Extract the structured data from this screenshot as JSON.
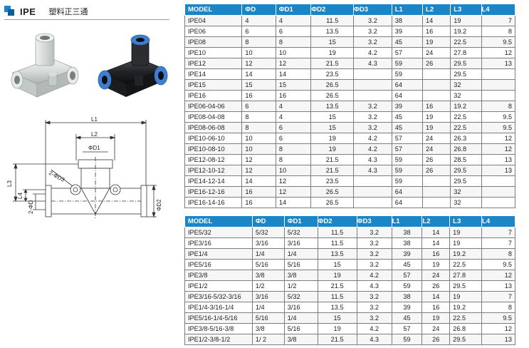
{
  "header": {
    "code": "IPE",
    "name": "塑料正三通"
  },
  "colors": {
    "table_header": "#1a86c8",
    "fitting_blue": "#3f7fd0"
  },
  "drawing_labels": {
    "L1": "L1",
    "L2": "L2",
    "L3": "L3",
    "L4": "L4",
    "D1": "ΦD1",
    "D2": "ΦD2",
    "D3": "2-ΦD3",
    "D": "2-ΦD"
  },
  "table1": {
    "headers": [
      "MODEL",
      "ΦD",
      "ΦD1",
      "ΦD2",
      "ΦD3",
      "L1",
      "L2",
      "L3",
      "L4"
    ],
    "rows": [
      [
        "IPE04",
        "4",
        "4",
        "11.5",
        "3.2",
        "38",
        "14",
        "19",
        "7"
      ],
      [
        "IPE06",
        "6",
        "6",
        "13.5",
        "3.2",
        "39",
        "16",
        "19.2",
        "8"
      ],
      [
        "IPE08",
        "8",
        "8",
        "15",
        "3.2",
        "45",
        "19",
        "22.5",
        "9.5"
      ],
      [
        "IPE10",
        "10",
        "10",
        "19",
        "4.2",
        "57",
        "24",
        "27.8",
        "12"
      ],
      [
        "IPE12",
        "12",
        "12",
        "21.5",
        "4.3",
        "59",
        "26",
        "29.5",
        "13"
      ],
      [
        "IPE14",
        "14",
        "14",
        "23.5",
        "",
        "59",
        "",
        "29.5",
        ""
      ],
      [
        "IPE15",
        "15",
        "15",
        "26.5",
        "",
        "64",
        "",
        "32",
        ""
      ],
      [
        "IPE16",
        "16",
        "16",
        "26.5",
        "",
        "64",
        "",
        "32",
        ""
      ],
      [
        "IPE06-04-06",
        "6",
        "4",
        "13.5",
        "3.2",
        "39",
        "16",
        "19.2",
        "8"
      ],
      [
        "IPE08-04-08",
        "8",
        "4",
        "15",
        "3.2",
        "45",
        "19",
        "22.5",
        "9.5"
      ],
      [
        "IPE08-06-08",
        "8",
        "6",
        "15",
        "3.2",
        "45",
        "19",
        "22.5",
        "9.5"
      ],
      [
        "IPE10-06-10",
        "10",
        "6",
        "19",
        "4.2",
        "57",
        "24",
        "26.3",
        "12"
      ],
      [
        "IPE10-08-10",
        "10",
        "8",
        "19",
        "4.2",
        "57",
        "24",
        "26.8",
        "12"
      ],
      [
        "IPE12-08-12",
        "12",
        "8",
        "21.5",
        "4.3",
        "59",
        "26",
        "28.5",
        "13"
      ],
      [
        "IPE12-10-12",
        "12",
        "10",
        "21.5",
        "4.3",
        "59",
        "26",
        "29.5",
        "13"
      ],
      [
        "IPE14-12-14",
        "14",
        "12",
        "23.5",
        "",
        "59",
        "",
        "29.5",
        ""
      ],
      [
        "IPE16-12-16",
        "16",
        "12",
        "26.5",
        "",
        "64",
        "",
        "32",
        ""
      ],
      [
        "IPE16-14-16",
        "16",
        "14",
        "26.5",
        "",
        "64",
        "",
        "32",
        ""
      ]
    ]
  },
  "table2": {
    "headers": [
      "MODEL",
      "ΦD",
      "ΦD1",
      "ΦD2",
      "ΦD3",
      "L1",
      "L2",
      "L3",
      "L4"
    ],
    "rows": [
      [
        "IPE5/32",
        "5/32",
        "5/32",
        "11.5",
        "3.2",
        "38",
        "14",
        "19",
        "7"
      ],
      [
        "IPE3/16",
        "3/16",
        "3/16",
        "11.5",
        "3.2",
        "38",
        "14",
        "19",
        "7"
      ],
      [
        "IPE1/4",
        "1/4",
        "1/4",
        "13.5",
        "3.2",
        "39",
        "16",
        "19.2",
        "8"
      ],
      [
        "IPE5/16",
        "5/16",
        "5/16",
        "15",
        "3.2",
        "45",
        "19",
        "22.5",
        "9.5"
      ],
      [
        "IPE3/8",
        "3/8",
        "3/8",
        "19",
        "4.2",
        "57",
        "24",
        "27.8",
        "12"
      ],
      [
        "IPE1/2",
        "1/2",
        "1/2",
        "21.5",
        "4.3",
        "59",
        "26",
        "29.5",
        "13"
      ],
      [
        "IPE3/16-5/32-3/16",
        "3/16",
        "5/32",
        "11.5",
        "3.2",
        "38",
        "14",
        "19",
        "7"
      ],
      [
        "IPE1/4-3/16-1/4",
        "1/4",
        "3/16",
        "13.5",
        "3.2",
        "39",
        "16",
        "19.2",
        "8"
      ],
      [
        "IPE5/16-1/4-5/16",
        "5/16",
        "1/4",
        "15",
        "3.2",
        "45",
        "19",
        "22.5",
        "9.5"
      ],
      [
        "IPE3/8-5/16-3/8",
        "3/8",
        "5/16",
        "19",
        "4.2",
        "57",
        "24",
        "26.8",
        "12"
      ],
      [
        "IPE1/2-3/8-1/2",
        "1/ 2",
        "3/8",
        "21.5",
        "4.3",
        "59",
        "26",
        "29.5",
        "13"
      ]
    ]
  }
}
